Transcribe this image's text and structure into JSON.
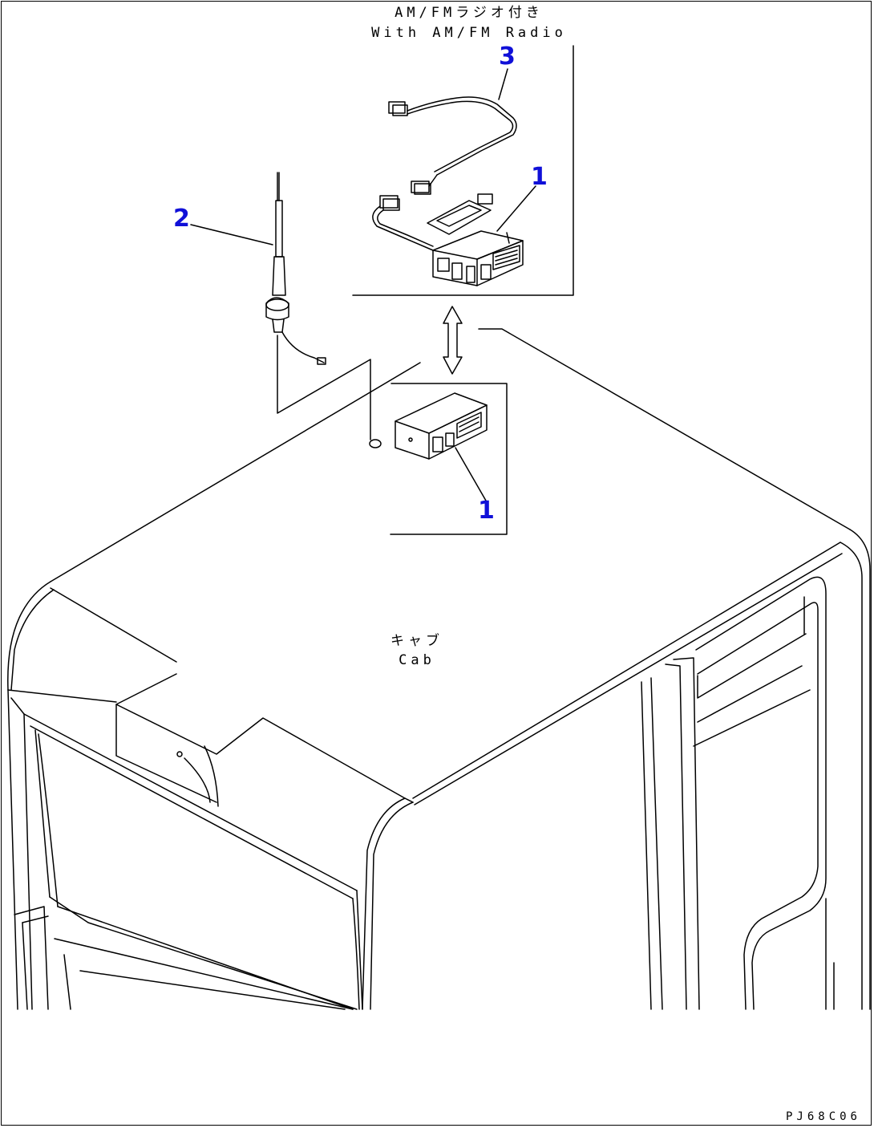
{
  "captions": {
    "variant_ja": "AM/FMラジオ付き",
    "variant_en": "With AM/FM Radio",
    "cab_ja": "キャブ",
    "cab_en": "Cab"
  },
  "callouts": {
    "radio_top": "1",
    "radio_bottom": "1",
    "antenna": "2",
    "harness": "3"
  },
  "drawing_code": "PJ68C06",
  "colors": {
    "line": "#000000",
    "callout": "#1010d8"
  }
}
